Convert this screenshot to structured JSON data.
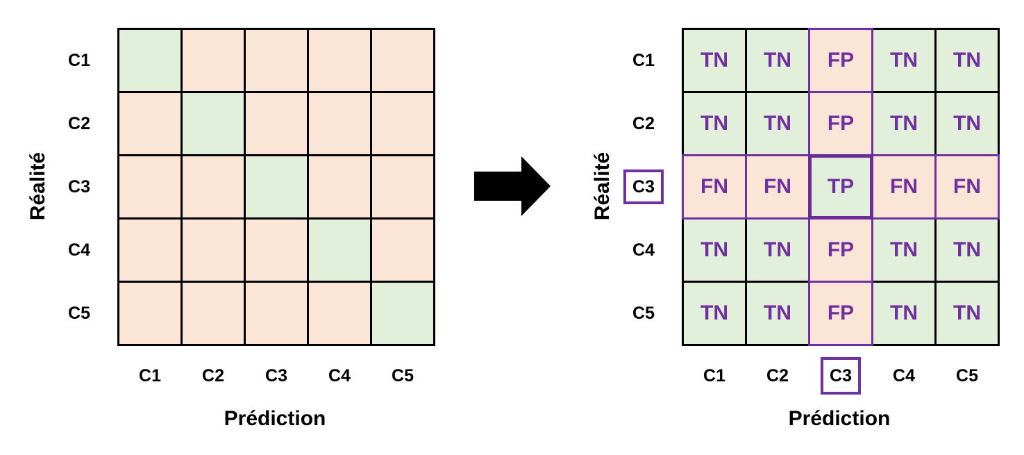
{
  "colors": {
    "correct": "#e2efda",
    "error": "#fbe5d6",
    "highlight": "#7030a0",
    "grid": "#000000"
  },
  "left": {
    "row_labels": [
      "C1",
      "C2",
      "C3",
      "C4",
      "C5"
    ],
    "col_labels": [
      "C1",
      "C2",
      "C3",
      "C4",
      "C5"
    ],
    "ylabel": "Réalité",
    "xlabel": "Prédiction"
  },
  "arrow": {
    "icon": "right-arrow-icon"
  },
  "right": {
    "row_labels": [
      "C1",
      "C2",
      "C3",
      "C4",
      "C5"
    ],
    "col_labels": [
      "C1",
      "C2",
      "C3",
      "C4",
      "C5"
    ],
    "ylabel": "Réalité",
    "xlabel": "Prédiction",
    "highlight_class": "C3",
    "cells": [
      [
        "TN",
        "TN",
        "FP",
        "TN",
        "TN"
      ],
      [
        "TN",
        "TN",
        "FP",
        "TN",
        "TN"
      ],
      [
        "FN",
        "FN",
        "TP",
        "FN",
        "FN"
      ],
      [
        "TN",
        "TN",
        "FP",
        "TN",
        "TN"
      ],
      [
        "TN",
        "TN",
        "FP",
        "TN",
        "TN"
      ]
    ]
  }
}
